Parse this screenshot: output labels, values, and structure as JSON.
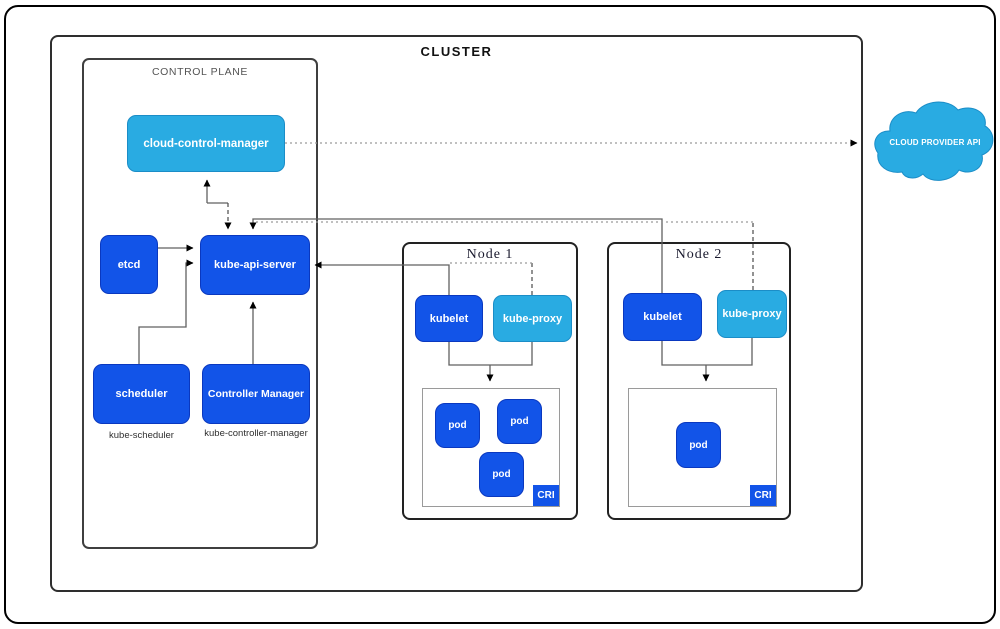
{
  "diagram": {
    "cluster_label": "CLUSTER",
    "control_plane": {
      "label": "CONTROL PLANE",
      "cloud_control_manager_label": "cloud-control-manager",
      "etcd_label": "etcd",
      "kube_api_server_label": "kube-api-server",
      "scheduler_label": "scheduler",
      "scheduler_caption": "kube-scheduler",
      "controller_manager_label": "Controller Manager",
      "controller_manager_caption": "kube-controller-manager"
    },
    "node1": {
      "label": "Node 1",
      "kubelet_label": "kubelet",
      "kube_proxy_label": "kube-proxy",
      "pods": [
        "pod",
        "pod",
        "pod"
      ],
      "cri_label": "CRI"
    },
    "node2": {
      "label": "Node 2",
      "kubelet_label": "kubelet",
      "kube_proxy_label": "kube-proxy",
      "pods": [
        "pod"
      ],
      "cri_label": "CRI"
    },
    "cloud_provider_label": "CLOUD PROVIDER API",
    "colors": {
      "dark_blue": "#1254E8",
      "light_blue": "#29ABE2",
      "line_gray": "#616161"
    }
  }
}
